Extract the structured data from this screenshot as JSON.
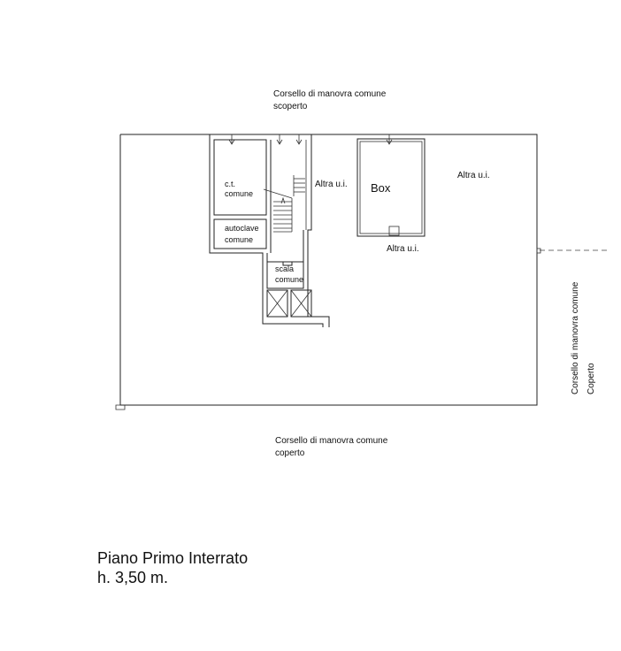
{
  "labels": {
    "top_aisle_1": "Corsello di manovra comune",
    "top_aisle_2": "scoperto",
    "bottom_aisle_1": "Corsello di manovra comune",
    "bottom_aisle_2": "coperto",
    "right_aisle_1": "Corsello di manovra comune",
    "right_aisle_2": "Coperto",
    "ct_1": "c.t.",
    "ct_2": "comune",
    "autoclave_1": "autoclave",
    "autoclave_2": "comune",
    "scala_1": "scala",
    "scala_2": "comune",
    "altra_ui_left": "Altra  u.i.",
    "altra_ui_right": "Altra  u.i.",
    "altra_ui_bottom": "Altra  u.i.",
    "box": "Box"
  },
  "title": {
    "line1": "Piano Primo Interrato",
    "line2": "h. 3,50 m."
  }
}
